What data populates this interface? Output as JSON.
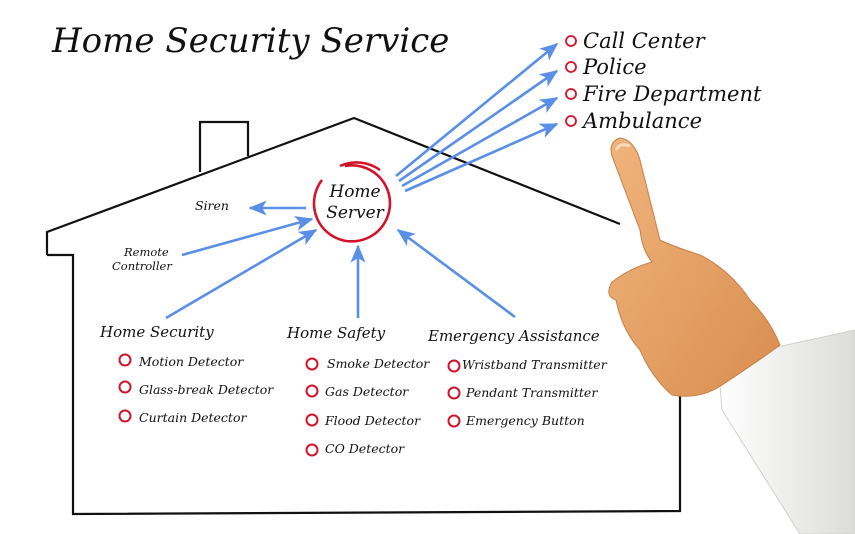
{
  "title": "Home Security Service",
  "colors": {
    "arrow": "#5b8ee6",
    "bullet": "#d2142a",
    "outline": "#111111",
    "text": "#111111",
    "skin": "#e9a46a",
    "sleeve": "#f3f3f1"
  },
  "hub": {
    "label_line1": "Home",
    "label_line2": "Server"
  },
  "destinations": [
    {
      "label": "Call Center"
    },
    {
      "label": "Police"
    },
    {
      "label": "Fire Department"
    },
    {
      "label": "Ambulance"
    }
  ],
  "outputs": [
    {
      "label": "Siren"
    }
  ],
  "inputs": [
    {
      "label_line1": "Remote",
      "label_line2": "Controller"
    }
  ],
  "groups": [
    {
      "title": "Home Security",
      "items": [
        "Motion Detector",
        "Glass-break Detector",
        "Curtain Detector"
      ]
    },
    {
      "title": "Home Safety",
      "items": [
        "Smoke Detector",
        "Gas Detector",
        "Flood Detector",
        "CO Detector"
      ]
    },
    {
      "title": "Emergency Assistance",
      "items": [
        "Wristband Transmitter",
        "Pendant Transmitter",
        "Emergency Button"
      ]
    }
  ],
  "edges": [
    {
      "from": "Home Server",
      "to": "Call Center"
    },
    {
      "from": "Home Server",
      "to": "Police"
    },
    {
      "from": "Home Server",
      "to": "Fire Department"
    },
    {
      "from": "Home Server",
      "to": "Ambulance"
    },
    {
      "from": "Home Server",
      "to": "Siren"
    },
    {
      "from": "Remote Controller",
      "to": "Home Server"
    },
    {
      "from": "Home Security",
      "to": "Home Server"
    },
    {
      "from": "Home Safety",
      "to": "Home Server"
    },
    {
      "from": "Emergency Assistance",
      "to": "Home Server"
    }
  ]
}
